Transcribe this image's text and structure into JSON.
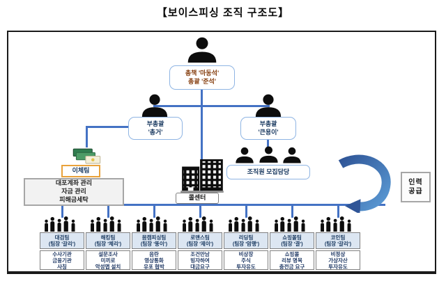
{
  "title": "【보이스피싱 조직 구조도】",
  "colors": {
    "connector_blue": "#4472C4",
    "arrow_blue_dark": "#2F5597",
    "arrow_blue_light": "#5B9BD5",
    "rounded_box_border": "#8EB4E3",
    "team_header_bg": "#DCE6F2",
    "boss_text": "#843C0C",
    "navy_text": "#17375E",
    "transfer_border_orange": "#E9A23B",
    "gray_box_bg": "#F2F2F2",
    "gray_border": "#A6A6A6"
  },
  "icons": {
    "boss": "person-silhouette",
    "deputy_left": "person-silhouette",
    "deputy_right": "person-silhouette",
    "recruiters": "three-person-silhouette",
    "transfer": "cash-stack",
    "call_center": "office-building",
    "team": "people-group",
    "flow": "curved-arrow"
  },
  "org": {
    "boss": {
      "line1": "총책 '마동석'",
      "line2": "총괄 '준석'"
    },
    "deputy_left": {
      "line1": "부총괄",
      "line2": "'총거'"
    },
    "deputy_right": {
      "line1": "부총괄",
      "line2": "'큰용이'"
    },
    "recruiter_label": "조직원 모집담당",
    "call_center_label": "콜센터",
    "transfer": {
      "label": "이체팀",
      "duties": [
        "대포계좌 관리",
        "자금 관리",
        "피해금세탁"
      ]
    },
    "supply": {
      "line1": "인력",
      "line2": "공급"
    },
    "teams": [
      {
        "name": "대검팀",
        "leader": "(팀장 '갈리')",
        "desc": [
          "수사기관",
          "금융기관",
          "사칭"
        ]
      },
      {
        "name": "해킹팀",
        "leader": "(팀장 '체리')",
        "desc": [
          "설문조사",
          "미끼로",
          "악성앱 설치"
        ]
      },
      {
        "name": "몸캠피싱팀",
        "leader": "(팀장 '뚱이')",
        "desc": [
          "음란",
          "영상통화",
          "유포 협박"
        ]
      },
      {
        "name": "로맨스팀",
        "leader": "(팀장 '제이')",
        "desc": [
          "조건만남",
          "빙자하여",
          "대금요구"
        ]
      },
      {
        "name": "리딩팀",
        "leader": "(팀장 '암행')",
        "desc": [
          "비상장",
          "주식",
          "투자유도"
        ]
      },
      {
        "name": "쇼핑몰팀",
        "leader": "(팀장 '결')",
        "desc": [
          "쇼핑몰",
          "리뷰 명목",
          "충전금 요구"
        ]
      },
      {
        "name": "코인팀",
        "leader": "(팀장 '갈리')",
        "desc": [
          "비정상",
          "가상자산",
          "투자유도"
        ]
      }
    ]
  }
}
